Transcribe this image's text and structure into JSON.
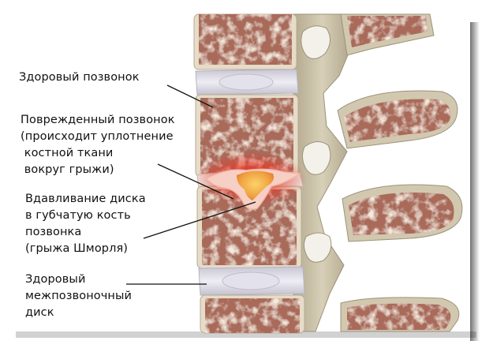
{
  "labels": {
    "healthy_vertebra": "Здоровый позвонок",
    "damaged_vertebra": "Поврежденный позвонок\n(происходит уплотнение\n костной ткани\n вокруг грыжи)",
    "schmorl_hernia": "Вдавливание диска\nв губчатую кость\nпозвонка\n(грыжа Шморля)",
    "healthy_disc": "Здоровый\nмежпозвоночный\nдиск"
  },
  "colors": {
    "bone_base": "#a96a5a",
    "bone_shell": "#e6dcc8",
    "disc": "#dedce6",
    "posterior_bone": "#c9bfa6",
    "hernia_glow": "#e8382a",
    "hernia_core": "#f0a040",
    "leader_line": "#111111"
  }
}
